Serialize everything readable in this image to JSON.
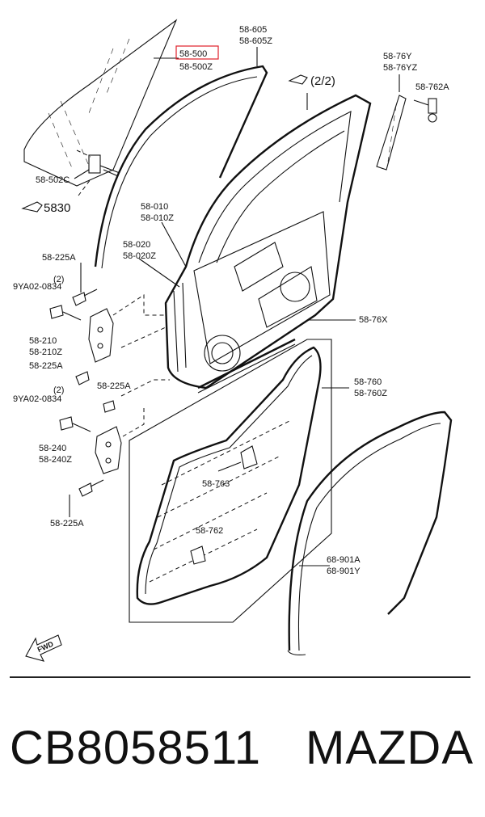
{
  "diagram": {
    "labels": {
      "l_58500": "58-500",
      "l_58500Z": "58-500Z",
      "l_58605": "58-605",
      "l_58605Z": "58-605Z",
      "l_58502C": "58-502C",
      "l_ref5830": "5830",
      "l_ref22": "(2/2)",
      "l_5876Y": "58-76Y",
      "l_5876YZ": "58-76YZ",
      "l_58762A": "58-762A",
      "l_58010": "58-010",
      "l_58010Z": "58-010Z",
      "l_58020": "58-020",
      "l_58020Z": "58-020Z",
      "l_58225A_1": "58-225A",
      "l_qty2_1": "(2)",
      "l_9YA_1": "9YA02-0834",
      "l_58210": "58-210",
      "l_58210Z": "58-210Z",
      "l_58225A_2": "58-225A",
      "l_58225A_3": "58-225A",
      "l_qty2_2": "(2)",
      "l_9YA_2": "9YA02-0834",
      "l_58240": "58-240",
      "l_58240Z": "58-240Z",
      "l_58225A_4": "58-225A",
      "l_5876X": "58-76X",
      "l_58760": "58-760",
      "l_58760Z": "58-760Z",
      "l_58763": "58-763",
      "l_58762": "58-762",
      "l_68901A": "68-901A",
      "l_68901Y": "68-901Y",
      "l_fwd": "FWD"
    },
    "highlight_label": "58-500",
    "highlight_color": "#e0202a"
  },
  "footer": {
    "part_number": "CB8058511",
    "brand": "MAZDA"
  }
}
